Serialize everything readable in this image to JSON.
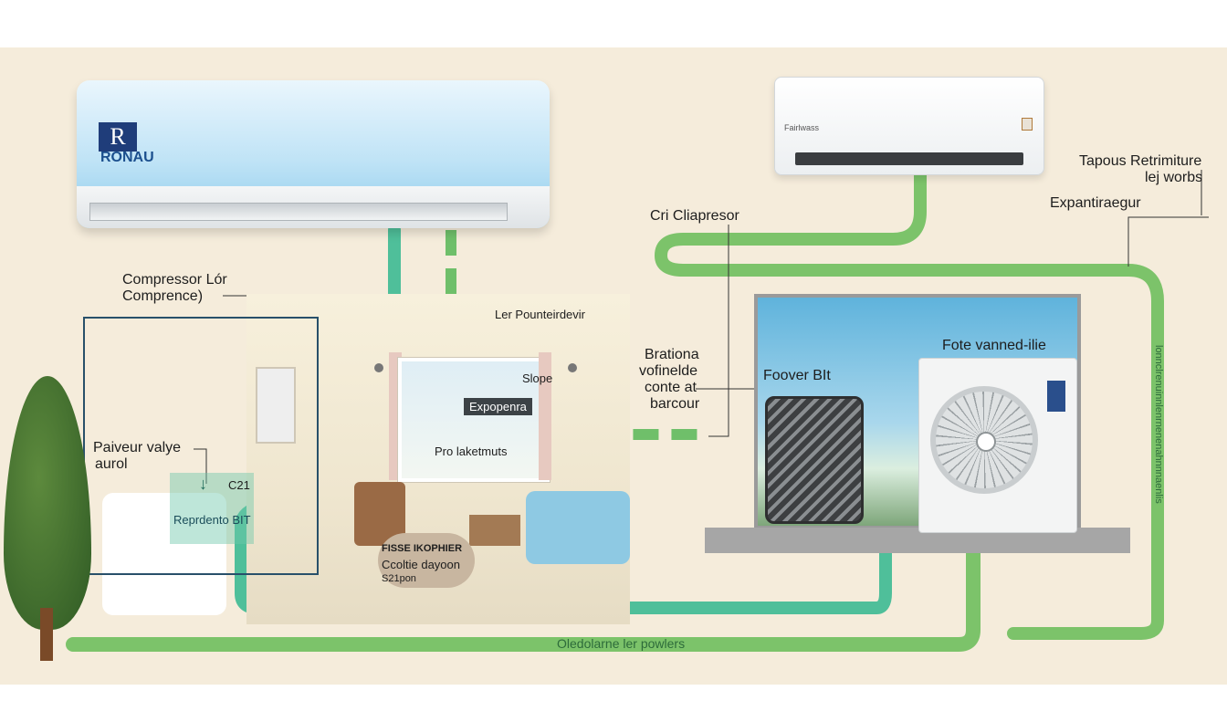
{
  "units": {
    "indoor_main": {
      "brand_letter": "R",
      "brand_name": "RONAU"
    },
    "indoor_small": {
      "brand_label": "Fairlwass"
    }
  },
  "labels": {
    "compressor_lor": [
      "Compressor Lór",
      "Comprence)"
    ],
    "cri_cliapresor": "Cri Cliapresor",
    "tapous": [
      "Tapous Retrimiture",
      "lej worbs"
    ],
    "expantiraegur": "Expantiraegur",
    "ler_pounter": "Ler Pounteirdevir",
    "brationa": [
      "Brationa",
      "vofinelde",
      "conte at",
      "barcour"
    ],
    "fote_vanned": "Fote vanned-ilie",
    "foover_bit": "Foover BIt",
    "slope": "Slope",
    "expopenra": "Expopenra",
    "pro_laketmuts": "Pro laketmuts",
    "paiveur": [
      "Paiveur valye",
      "aurol"
    ],
    "repredento": "Reprdento BIT",
    "fisse": [
      "FISSE IKOPHIER",
      "Ccoltie dayoon",
      "S21pon"
    ],
    "c21": "C21",
    "bottom_pipe": "Oledolarne ler powlers",
    "vertical_pipe": "lonnclrenuinnlenrnenenahnnnaenlis"
  },
  "colors": {
    "pipe_green": "#7cc36a",
    "pipe_teal": "#4fbf9a",
    "pipe_dash": "#6fbf6a",
    "canvas": "#f5ecdb"
  }
}
